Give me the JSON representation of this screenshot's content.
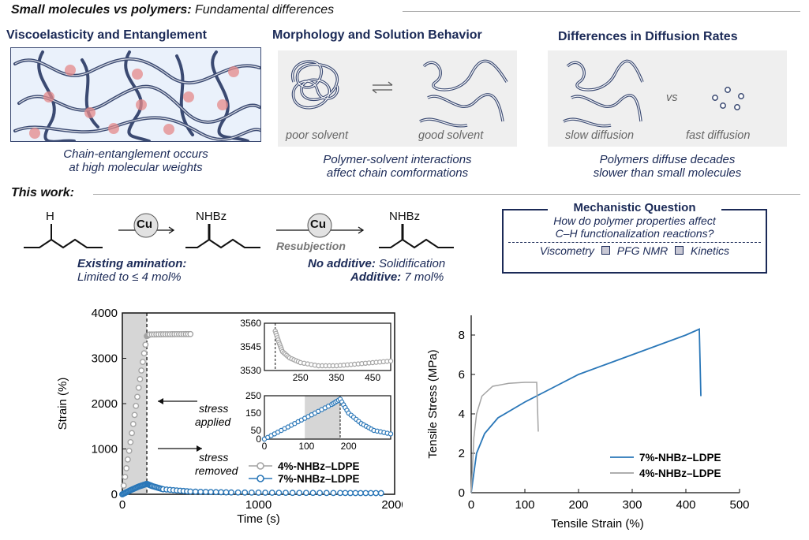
{
  "header": {
    "bold": "Small molecules vs polymers:",
    "rest": " Fundamental differences"
  },
  "panels": [
    {
      "title": "Viscoelasticity and Entanglement",
      "caption_l1": "Chain-entanglement occurs",
      "caption_l2": "at high molecular weights"
    },
    {
      "title": "Morphology and Solution Behavior",
      "label_left": "poor solvent",
      "label_right": "good solvent",
      "caption_l1": "Polymer-solvent interactions",
      "caption_l2": "affect chain comformations"
    },
    {
      "title": "Differences in Diffusion Rates",
      "label_left": "slow diffusion",
      "vs": "vs",
      "label_right": "fast diffusion",
      "caption_l1": "Polymers diffuse decades",
      "caption_l2": "slower than small molecules"
    }
  ],
  "this_work": "This work:",
  "scheme": {
    "h": "H",
    "cu": "Cu",
    "nhbz": "NHBz",
    "resubjection": "Resubjection",
    "existing_bold": "Existing amination:",
    "existing_text": "Limited to ≤ 4 mol%",
    "no_additive_bold": "No additive:",
    "no_additive_text": "Solidification",
    "additive_bold": "Additive:",
    "additive_text": "7 mol%"
  },
  "mechanistic": {
    "title": "Mechanistic Question",
    "q1": "How do polymer properties affect",
    "q2": "C–H functionalization reactions?",
    "m1": "Viscometry",
    "m2": "PFG NMR",
    "m3": "Kinetics"
  },
  "colors": {
    "navy": "#1b2a57",
    "blue": "#2a77b8",
    "gray": "#a3a3a3"
  },
  "chart_data": [
    {
      "type": "scatter",
      "xlabel": "Time (s)",
      "ylabel": "Strain (%)",
      "xlim": [
        0,
        2000
      ],
      "ylim": [
        0,
        4000
      ],
      "xticks": [
        "0",
        "1000",
        "2000"
      ],
      "yticks": [
        "0",
        "1000",
        "2000",
        "3000",
        "4000"
      ],
      "annotations": [
        "stress",
        "applied",
        "stress",
        "removed"
      ],
      "shaded_region": [
        0,
        180
      ],
      "dashed_line_x": 180,
      "series": [
        {
          "name": "4%-NHBz–LDPE",
          "x": [
            0,
            60,
            120,
            180,
            200,
            300,
            400,
            500
          ],
          "y": [
            0,
            1150,
            2350,
            3490,
            3525,
            3530,
            3532,
            3534
          ]
        },
        {
          "name": "7%-NHBz–LDPE",
          "x": [
            0,
            60,
            120,
            180,
            220,
            300,
            500,
            800,
            1200,
            1600,
            1900
          ],
          "y": [
            0,
            90,
            170,
            230,
            180,
            110,
            60,
            40,
            32,
            28,
            25
          ]
        }
      ],
      "insets": [
        {
          "xticks": [
            "250",
            "350",
            "450"
          ],
          "yticks": [
            "3530",
            "3545",
            "3560"
          ],
          "xlim": [
            150,
            500
          ],
          "ylim": [
            3530,
            3560
          ],
          "x": [
            180,
            190,
            200,
            220,
            250,
            300,
            350,
            400,
            450,
            500
          ],
          "y": [
            3555,
            3548,
            3542,
            3538,
            3535,
            3533,
            3533,
            3534,
            3535,
            3536
          ]
        },
        {
          "xticks": [
            "0",
            "100",
            "200"
          ],
          "yticks": [
            "0",
            "50",
            "150",
            "250"
          ],
          "xlim": [
            0,
            300
          ],
          "ylim": [
            0,
            250
          ],
          "x": [
            0,
            40,
            80,
            120,
            160,
            180,
            200,
            230,
            260,
            300
          ],
          "y": [
            0,
            50,
            100,
            150,
            200,
            230,
            150,
            90,
            50,
            30
          ]
        }
      ]
    },
    {
      "type": "line",
      "xlabel": "Tensile Strain (%)",
      "ylabel": "Tensile Stress (MPa)",
      "xlim": [
        0,
        500
      ],
      "ylim": [
        0,
        9
      ],
      "xticks": [
        "0",
        "100",
        "200",
        "300",
        "400",
        "500"
      ],
      "yticks": [
        "0",
        "2",
        "4",
        "6",
        "8"
      ],
      "legend": "bottom-right",
      "series": [
        {
          "name": "7%-NHBz–LDPE",
          "x": [
            0,
            10,
            25,
            50,
            100,
            150,
            200,
            250,
            300,
            350,
            400,
            425,
            428
          ],
          "y": [
            0,
            2.0,
            3.0,
            3.8,
            4.6,
            5.3,
            6.0,
            6.5,
            7.0,
            7.5,
            8.0,
            8.3,
            4.9
          ]
        },
        {
          "name": "4%-NHBz–LDPE",
          "x": [
            0,
            5,
            10,
            20,
            40,
            70,
            100,
            122,
            125
          ],
          "y": [
            0,
            2.8,
            4.0,
            4.9,
            5.4,
            5.55,
            5.6,
            5.6,
            3.1
          ]
        }
      ]
    }
  ]
}
